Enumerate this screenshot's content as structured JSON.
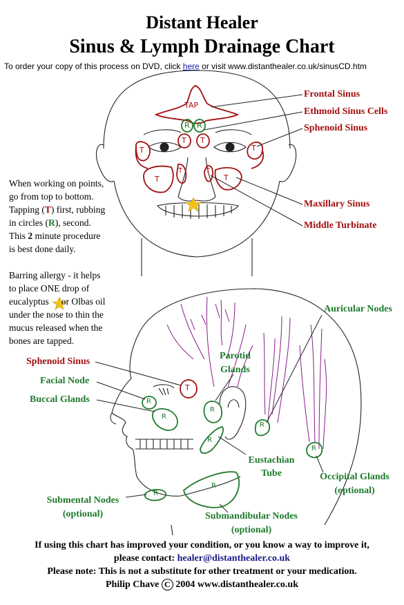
{
  "header": {
    "title_line1": "Distant Healer",
    "title_line2": "Sinus & Lymph Drainage Chart",
    "order_prefix": "To order your copy of this process on DVD, click",
    "order_link": "here",
    "order_suffix": "or visit www.distanthealer.co.uk/sinusCD.htm"
  },
  "face_labels": {
    "frontal": "Frontal Sinus",
    "ethmoid": "Ethmoid Sinus Cells",
    "sphenoid": "Sphenoid Sinus",
    "maxillary": "Maxillary Sinus",
    "turbinate": "Middle Turbinate"
  },
  "marks": {
    "tap": "TAP",
    "t": "T",
    "r": "R"
  },
  "instructions": {
    "p1_l1": "When working on points,",
    "p1_l2": "go from top to bottom.",
    "p1_l3a": "Tapping (",
    "p1_l3t": "T",
    "p1_l3b": ") first, rubbing",
    "p1_l4a": "in circles (",
    "p1_l4r": "R",
    "p1_l4b": "), second.",
    "p1_l5a": "This",
    "p1_l5num": "2",
    "p1_l5b": "minute procedure",
    "p1_l6": "is best done daily.",
    "p2_l1": "Barring allergy - it helps",
    "p2_l2": "to place ONE drop of",
    "p2_l3a": "eucalyptus",
    "p2_l3b": "or Olbas oil",
    "p2_l4": "under the nose to thin the",
    "p2_l5": "mucus released when the",
    "p2_l6": "bones are tapped."
  },
  "side_labels": {
    "sphenoid": "Sphenoid Sinus",
    "facial_node": "Facial Node",
    "buccal": "Buccal Glands",
    "parotid_1": "Parotid",
    "parotid_2": "Glands",
    "auricular": "Auricular Nodes",
    "eustachian_1": "Eustachian",
    "eustachian_2": "Tube",
    "occipital_1": "Occipital Glands",
    "occipital_2": "(optional)",
    "submental_1": "Submental Nodes",
    "submental_2": "(optional)",
    "submandibular_1": "Submandibular Nodes",
    "submandibular_2": "(optional)"
  },
  "footer": {
    "line1": "If using this chart has improved your condition, or you know a way to improve it,",
    "line2_prefix": "please contact:",
    "email": "healer@distanthealer.co.uk",
    "line3": "Please note: This is not a substitute for other treatment or your medication.",
    "line4_name": "Philip Chave",
    "line4_copy": "C",
    "line4_rest": "2004  www.distanthealer.co.uk"
  },
  "colors": {
    "sinus_red": "#a30f0f",
    "lymph_green": "#1f7a2c",
    "nerve_purple": "#8a1a8a",
    "star_yellow": "#f2c21b",
    "link_blue": "#1a1aa6"
  }
}
